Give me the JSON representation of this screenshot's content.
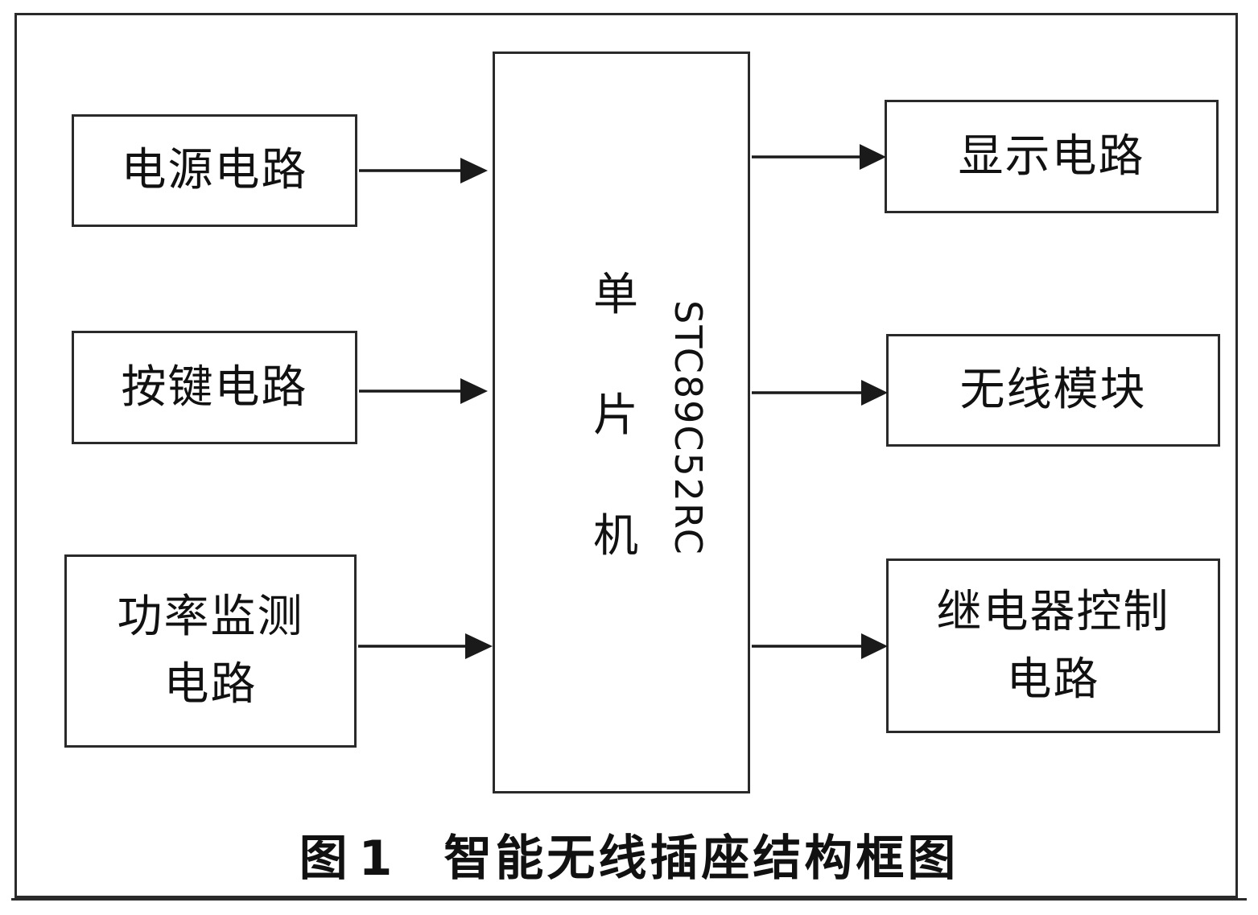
{
  "left_blocks": [
    {
      "id": "power",
      "line1": "电源电路",
      "line2": ""
    },
    {
      "id": "keys",
      "line1": "按键电路",
      "line2": ""
    },
    {
      "id": "power-monitor",
      "line1": "功率监测",
      "line2": "电路"
    }
  ],
  "right_blocks": [
    {
      "id": "display",
      "line1": "显示电路",
      "line2": ""
    },
    {
      "id": "wireless",
      "line1": "无线模块",
      "line2": ""
    },
    {
      "id": "relay",
      "line1": "继电器控制",
      "line2": "电路"
    }
  ],
  "mcu": {
    "char1": "单",
    "char2": "片",
    "char3": "机",
    "model": "STC89C52RC"
  },
  "caption": {
    "label": "图",
    "number": "1",
    "title": "智能无线插座结构框图"
  }
}
